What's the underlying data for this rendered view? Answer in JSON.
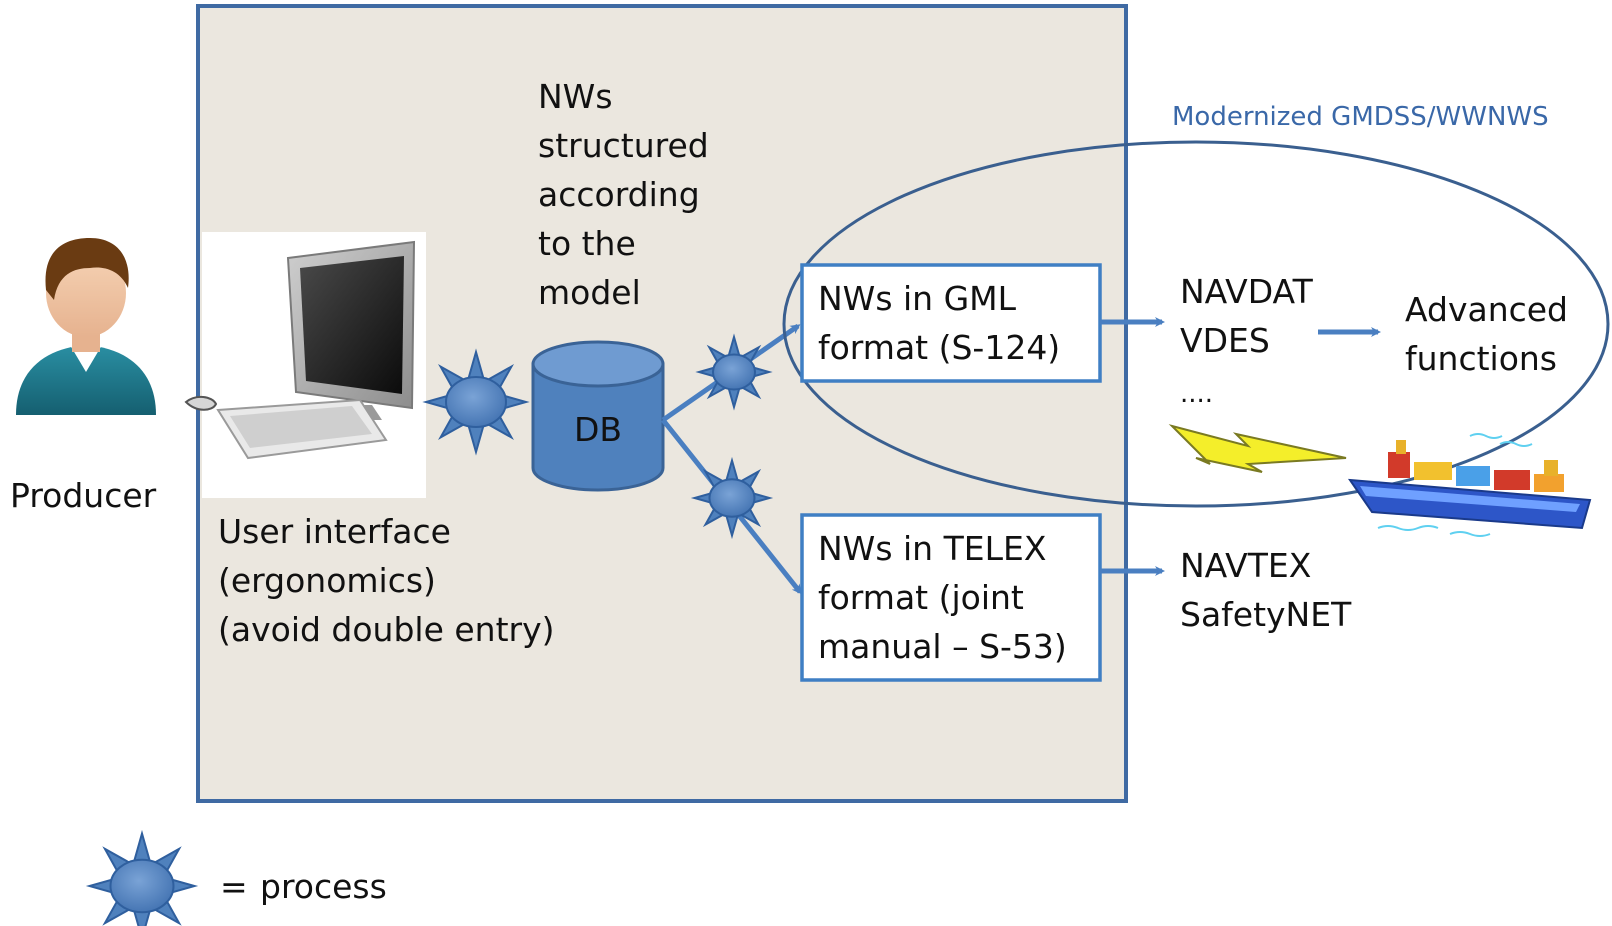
{
  "colors": {
    "system_fill": "#ebe7df",
    "system_border": "#3f6aa3",
    "accent_blue": "#4a7fc1",
    "process_fill": "#4f81bd",
    "db_fill": "#4f81bd",
    "db_top": "#6f9bd1",
    "ellipse_stroke": "#3a5f8f",
    "scope_label": "#3a68a8"
  },
  "icons": {
    "producer": "person-icon",
    "user_interface": "computer-icon",
    "process": "star-gear-icon",
    "database": "database-icon",
    "radio": "lightning-bolt-icon",
    "vessel": "container-ship-icon"
  },
  "producer": {
    "label": "Producer"
  },
  "user_interface": {
    "lines": [
      "User interface",
      "(ergonomics)",
      "(avoid double entry)"
    ]
  },
  "model_note": {
    "lines": [
      "NWs",
      "structured",
      "according",
      "to the",
      "model"
    ]
  },
  "database": {
    "label": "DB"
  },
  "gml_box": {
    "lines": [
      "NWs in GML",
      "format (S-124)"
    ]
  },
  "telex_box": {
    "lines": [
      "NWs in TELEX",
      "format (joint",
      "manual – S-53)"
    ]
  },
  "modern_scope": {
    "title": "Modernized GMDSS/WWNWS",
    "services": [
      "NAVDAT",
      "VDES",
      "...."
    ],
    "advanced": [
      "Advanced",
      "functions"
    ]
  },
  "legacy_services": [
    "NAVTEX",
    "SafetyNET"
  ],
  "legend": {
    "equals": "=",
    "text": "process"
  }
}
